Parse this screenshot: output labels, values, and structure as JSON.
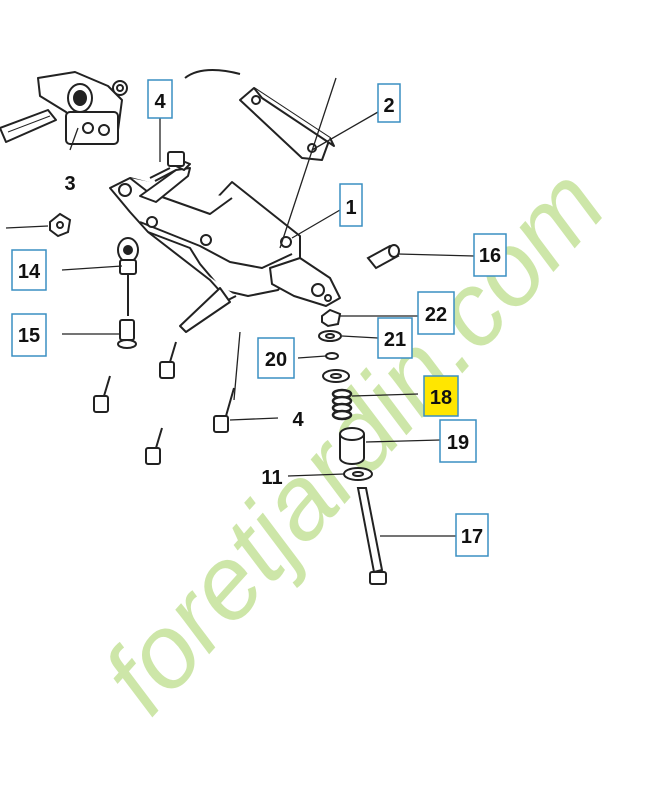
{
  "callouts": [
    {
      "id": "c4a",
      "label": "4",
      "boxed": true,
      "highlighted": false
    },
    {
      "id": "c2",
      "label": "2",
      "boxed": true,
      "highlighted": false
    },
    {
      "id": "c3",
      "label": "3",
      "boxed": false,
      "highlighted": false
    },
    {
      "id": "c1",
      "label": "1",
      "boxed": true,
      "highlighted": false
    },
    {
      "id": "c14",
      "label": "14",
      "boxed": true,
      "highlighted": false
    },
    {
      "id": "c16",
      "label": "16",
      "boxed": true,
      "highlighted": false
    },
    {
      "id": "c15",
      "label": "15",
      "boxed": true,
      "highlighted": false
    },
    {
      "id": "c22",
      "label": "22",
      "boxed": true,
      "highlighted": false
    },
    {
      "id": "c21",
      "label": "21",
      "boxed": true,
      "highlighted": false
    },
    {
      "id": "c20",
      "label": "20",
      "boxed": true,
      "highlighted": false
    },
    {
      "id": "c18",
      "label": "18",
      "boxed": true,
      "highlighted": true
    },
    {
      "id": "c4b",
      "label": "4",
      "boxed": false,
      "highlighted": false
    },
    {
      "id": "c19",
      "label": "19",
      "boxed": true,
      "highlighted": false
    },
    {
      "id": "c11",
      "label": "11",
      "boxed": false,
      "highlighted": false
    },
    {
      "id": "c17",
      "label": "17",
      "boxed": true,
      "highlighted": false
    }
  ],
  "watermark": {
    "text": "foretjardin.com",
    "green": "#c5e29a",
    "gray": "#d9d3c9"
  },
  "colors": {
    "box_border": "#3a8fc2",
    "highlight_fill": "#ffe600",
    "line": "#222222"
  }
}
